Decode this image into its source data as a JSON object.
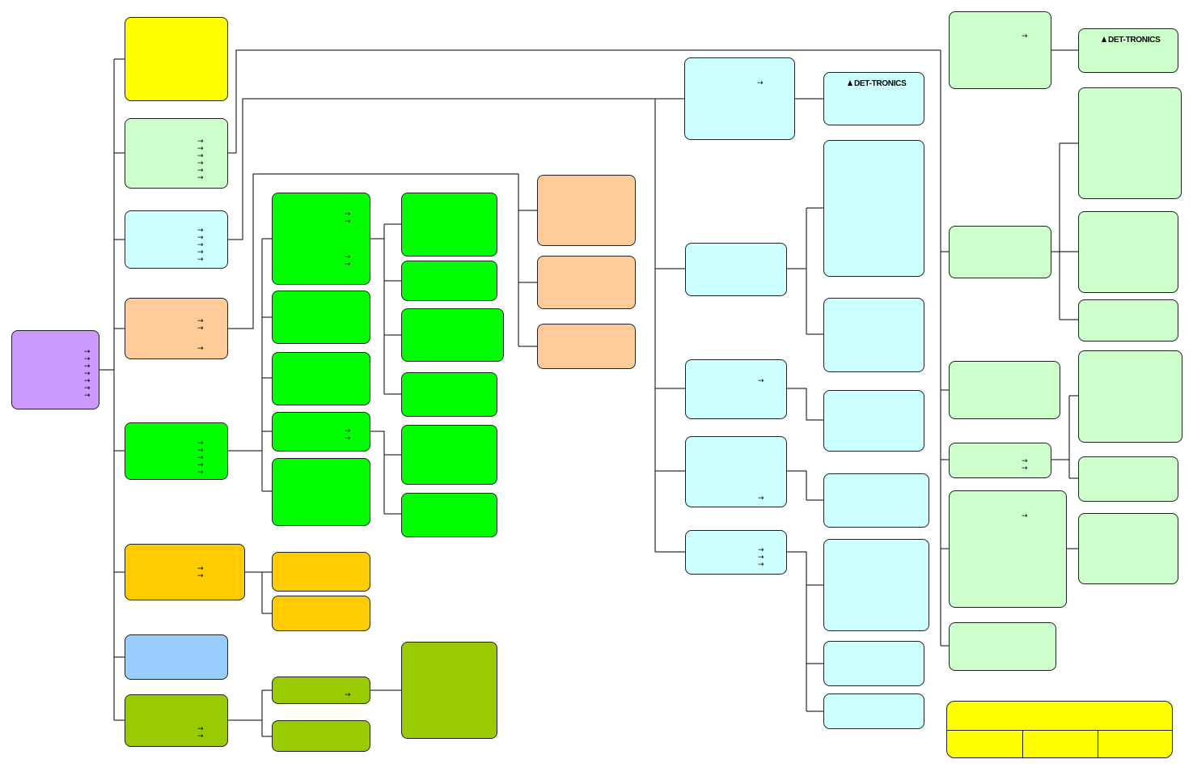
{
  "colors": {
    "root": "#cc99ff",
    "yellow": "#ffff00",
    "light_green": "#ccffcc",
    "light_cyan": "#ccffff",
    "peach": "#ffcc99",
    "green": "#00ff00",
    "amber": "#ffcc00",
    "light_blue": "#99ccff",
    "olive": "#99cc00",
    "line": "#000000"
  },
  "arrow_glyph": "→",
  "logo": {
    "text": "DET-TRONICS",
    "icon": "triangle-logo-icon"
  },
  "boxes": [
    {
      "id": "root",
      "color": "root",
      "arrows": 7
    },
    {
      "id": "yellow-top",
      "color": "yellow",
      "arrows": 0
    },
    {
      "id": "lg-1",
      "color": "light_green",
      "arrows": 6
    },
    {
      "id": "lc-1",
      "color": "light_cyan",
      "arrows": 5
    },
    {
      "id": "peach-1",
      "color": "peach",
      "arrows": 3
    },
    {
      "id": "green-1",
      "color": "green",
      "arrows": 5
    },
    {
      "id": "amber-1",
      "color": "amber",
      "arrows": 2
    },
    {
      "id": "blue-1",
      "color": "light_blue",
      "arrows": 0
    },
    {
      "id": "olive-1",
      "color": "olive",
      "arrows": 2
    },
    {
      "id": "g2-1",
      "color": "green",
      "arrows": 4
    },
    {
      "id": "g2-2",
      "color": "green",
      "arrows": 0
    },
    {
      "id": "g2-3",
      "color": "green",
      "arrows": 0
    },
    {
      "id": "g2-4",
      "color": "green",
      "arrows": 2
    },
    {
      "id": "g2-5",
      "color": "green",
      "arrows": 0
    },
    {
      "id": "g3-1",
      "color": "green",
      "arrows": 0
    },
    {
      "id": "g3-2",
      "color": "green",
      "arrows": 0
    },
    {
      "id": "g3-3",
      "color": "green",
      "arrows": 0
    },
    {
      "id": "g3-4",
      "color": "green",
      "arrows": 0
    },
    {
      "id": "g3-5",
      "color": "green",
      "arrows": 0
    },
    {
      "id": "g3-6",
      "color": "green",
      "arrows": 0
    },
    {
      "id": "p2-1",
      "color": "peach",
      "arrows": 0
    },
    {
      "id": "p2-2",
      "color": "peach",
      "arrows": 0
    },
    {
      "id": "p2-3",
      "color": "peach",
      "arrows": 0
    },
    {
      "id": "a2-1",
      "color": "amber",
      "arrows": 0
    },
    {
      "id": "a2-2",
      "color": "amber",
      "arrows": 0
    },
    {
      "id": "o2-1",
      "color": "olive",
      "arrows": 1
    },
    {
      "id": "o2-2",
      "color": "olive",
      "arrows": 0
    },
    {
      "id": "o3-1",
      "color": "olive",
      "arrows": 0
    },
    {
      "id": "c1-1",
      "color": "light_cyan",
      "arrows": 1
    },
    {
      "id": "c1-2",
      "color": "light_cyan",
      "arrows": 0
    },
    {
      "id": "c1-3",
      "color": "light_cyan",
      "arrows": 1
    },
    {
      "id": "c1-4",
      "color": "light_cyan",
      "arrows": 1
    },
    {
      "id": "c1-5",
      "color": "light_cyan",
      "arrows": 3
    },
    {
      "id": "c2-1",
      "color": "light_cyan",
      "arrows": 0,
      "logo": true
    },
    {
      "id": "c2-2",
      "color": "light_cyan",
      "arrows": 0
    },
    {
      "id": "c2-3",
      "color": "light_cyan",
      "arrows": 0
    },
    {
      "id": "c2-4",
      "color": "light_cyan",
      "arrows": 0
    },
    {
      "id": "c2-5",
      "color": "light_cyan",
      "arrows": 0
    },
    {
      "id": "c2-6",
      "color": "light_cyan",
      "arrows": 0
    },
    {
      "id": "c2-7",
      "color": "light_cyan",
      "arrows": 0
    },
    {
      "id": "c2-8",
      "color": "light_cyan",
      "arrows": 0
    },
    {
      "id": "l1-1",
      "color": "light_green",
      "arrows": 1
    },
    {
      "id": "l1-2",
      "color": "light_green",
      "arrows": 0
    },
    {
      "id": "l1-3",
      "color": "light_green",
      "arrows": 0
    },
    {
      "id": "l1-4",
      "color": "light_green",
      "arrows": 2
    },
    {
      "id": "l1-5",
      "color": "light_green",
      "arrows": 1
    },
    {
      "id": "l1-6",
      "color": "light_green",
      "arrows": 0
    },
    {
      "id": "l2-1",
      "color": "light_green",
      "arrows": 0,
      "logo": true
    },
    {
      "id": "l2-2",
      "color": "light_green",
      "arrows": 0
    },
    {
      "id": "l2-3",
      "color": "light_green",
      "arrows": 0
    },
    {
      "id": "l2-4",
      "color": "light_green",
      "arrows": 0
    },
    {
      "id": "l2-5",
      "color": "light_green",
      "arrows": 0
    },
    {
      "id": "l2-6",
      "color": "light_green",
      "arrows": 0
    },
    {
      "id": "l2-7",
      "color": "light_green",
      "arrows": 0
    }
  ],
  "key": {
    "color": "yellow",
    "columns": 3
  }
}
